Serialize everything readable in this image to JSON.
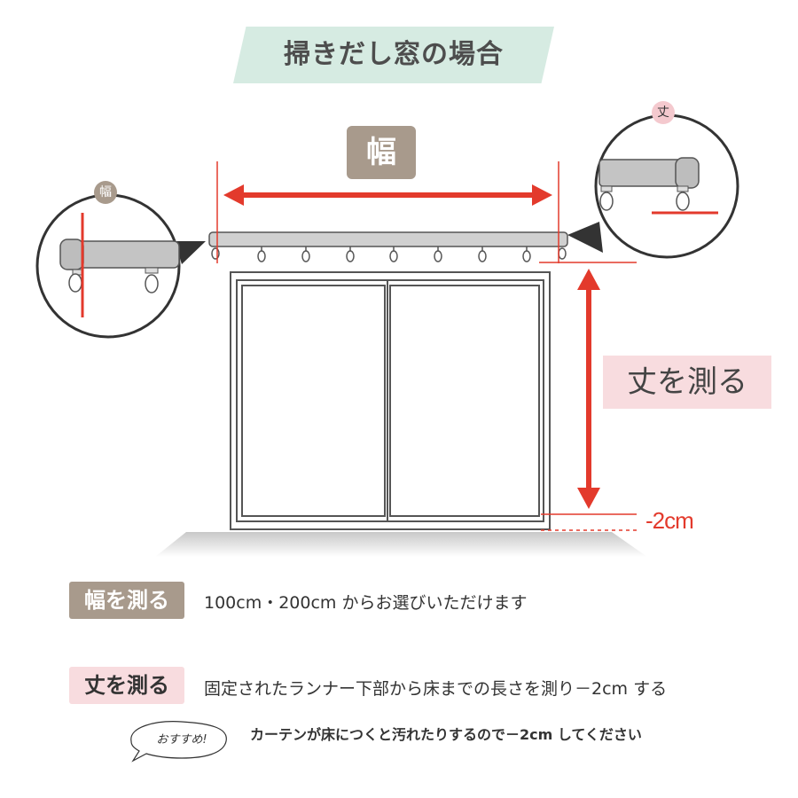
{
  "title": "掃きだし窓の場合",
  "width_badge": "幅",
  "height_label": "丈を測る",
  "minus_2cm": "-2cm",
  "left_zoom_badge": "幅",
  "right_zoom_badge": "丈",
  "instructions": {
    "width": {
      "tag": "幅を測る",
      "text": "100cm・200cm からお選びいただけます"
    },
    "height": {
      "tag": "丈を測る",
      "text": "固定されたランナー下部から床までの長さを測り－2cm する"
    },
    "recommend": {
      "badge": "おすすめ!",
      "text": "カーテンが床につくと汚れたりするので－2cm してください"
    }
  },
  "colors": {
    "red": "#e33a2c",
    "taupe": "#a89a8c",
    "pink": "#f8dcdf",
    "mint": "#d6ebe2",
    "rail": "#c9c9c9"
  }
}
